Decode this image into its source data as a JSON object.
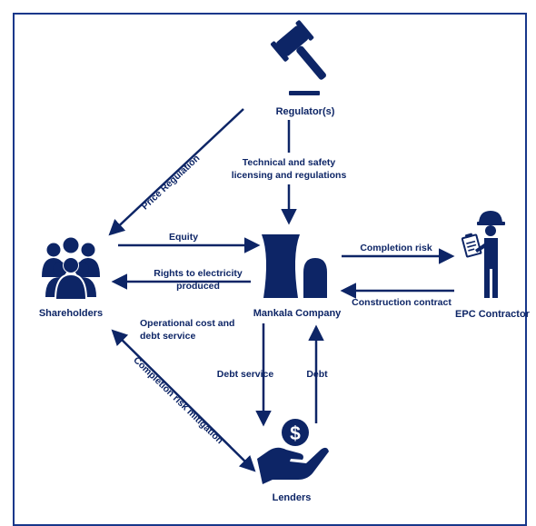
{
  "nodes": {
    "regulator": "Regulator(s)",
    "shareholders": "Shareholders",
    "company": "Mankala Company",
    "contractor": "EPC Contractor",
    "lenders": "Lenders"
  },
  "flows": {
    "price_regulation": "Price Regulation",
    "technical_line1": "Technical and safety",
    "technical_line2": "licensing and regulations",
    "equity": "Equity",
    "rights_line1": "Rights to electricity",
    "rights_line2": "produced",
    "operational_line1": "Operational cost and",
    "operational_line2": "debt service",
    "completion_risk": "Completion risk",
    "construction_contract": "Construction contract",
    "debt_service": "Debt service",
    "debt": "Debt",
    "completion_risk_mitigation": "Completion risk mitigation"
  },
  "icons": {
    "regulator": "gavel-icon",
    "shareholders": "people-group-icon",
    "company": "nuclear-plant-icon",
    "contractor": "worker-with-clipboard-icon",
    "lenders": "hand-with-coin-icon"
  },
  "colors": {
    "primary": "#0d2566",
    "frame": "#17378a",
    "background": "#ffffff"
  }
}
